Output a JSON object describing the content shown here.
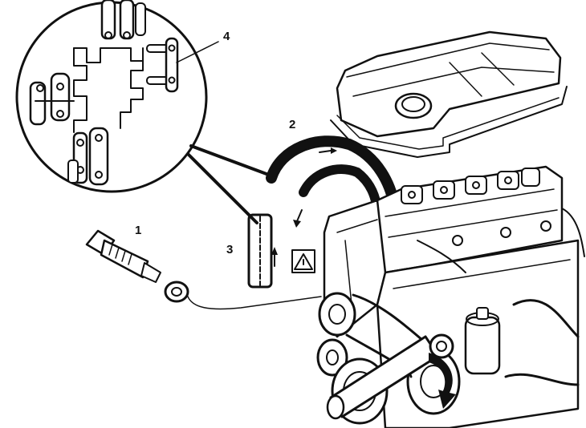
{
  "callouts": {
    "c1": "1",
    "c2": "2",
    "c3": "3",
    "c4": "4"
  },
  "symbols": {
    "warning": "warning-triangle-icon"
  },
  "colors": {
    "ink": "#111111",
    "paper": "#ffffff"
  }
}
